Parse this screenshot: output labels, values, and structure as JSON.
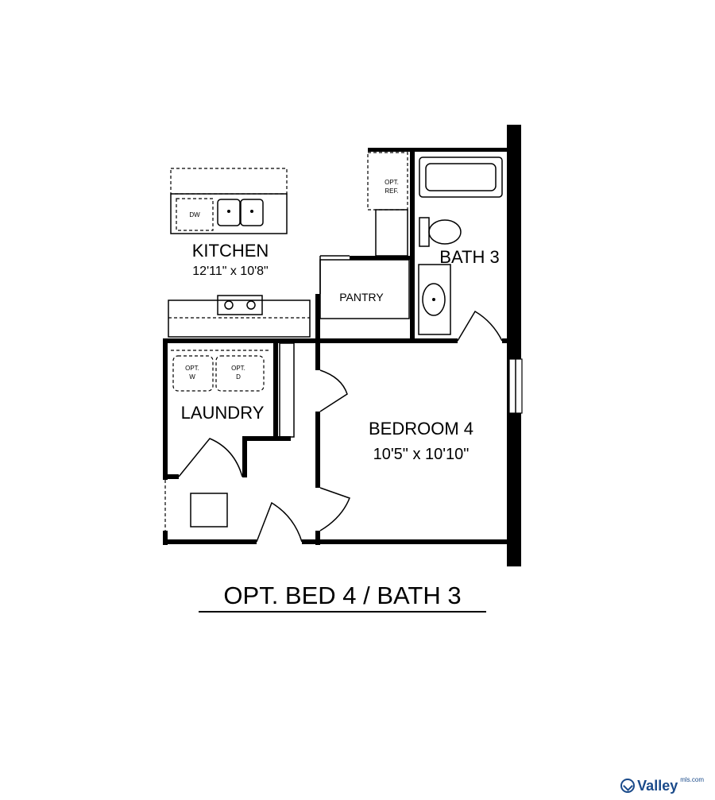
{
  "rooms": {
    "kitchen": {
      "name": "KITCHEN",
      "dims": "12'11\" x 10'8\""
    },
    "bath": {
      "name": "BATH 3"
    },
    "pantry": {
      "name": "PANTRY"
    },
    "laundry": {
      "name": "LAUNDRY"
    },
    "bedroom": {
      "name": "BEDROOM 4",
      "dims": "10'5\" x 10'10\""
    }
  },
  "fixtures": {
    "dishwasher": "DW",
    "refrigerator_line1": "OPT.",
    "refrigerator_line2": "REF.",
    "washer_line1": "OPT.",
    "washer_line2": "W",
    "dryer_line1": "OPT.",
    "dryer_line2": "D"
  },
  "caption": "OPT. BED 4 / BATH 3",
  "watermark": {
    "brand": "Valley",
    "sup": "mls.com"
  }
}
